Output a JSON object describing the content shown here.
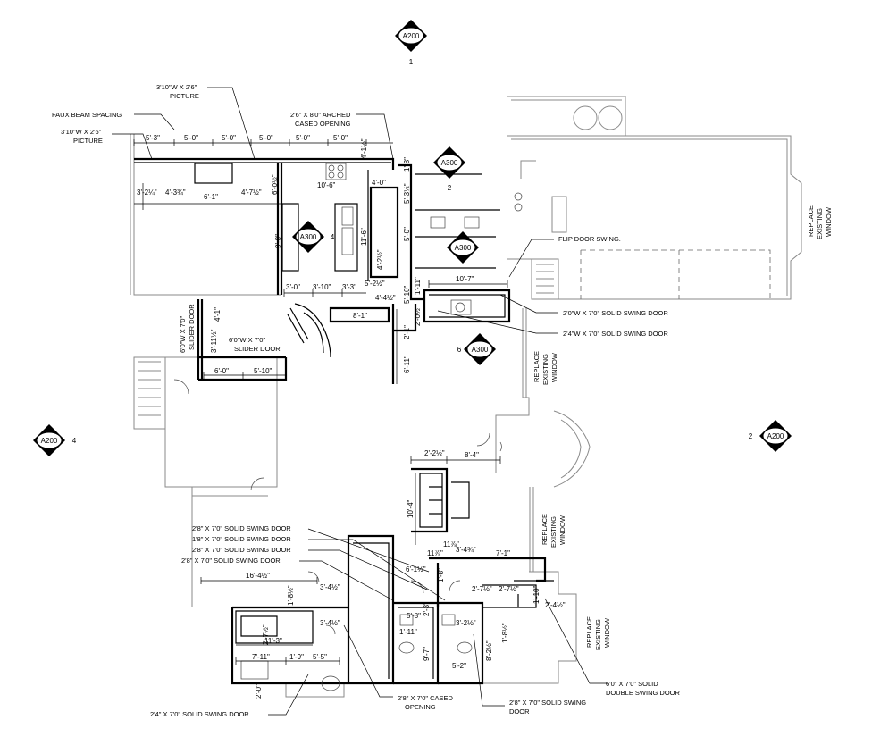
{
  "section_markers": [
    {
      "ref": "A200",
      "num": "1"
    },
    {
      "ref": "A200",
      "num": "2"
    },
    {
      "ref": "A200",
      "num": "4"
    },
    {
      "ref": "A300",
      "num": "2"
    },
    {
      "ref": "A300",
      "num": "4"
    },
    {
      "ref": "A300",
      "num": ""
    },
    {
      "ref": "A300",
      "num": "6"
    }
  ],
  "callouts": {
    "picture_top": [
      "3'10\"W X 2'6\"",
      "PICTURE"
    ],
    "faux_beam": "FAUX BEAM SPACING",
    "picture_left": [
      "3'10\"W X 2'6\"",
      "PICTURE"
    ],
    "arched": [
      "2'6\" X 8'0\" ARCHED",
      "CASED OPENING"
    ],
    "flip_door": "FLIP DOOR SWING.",
    "solid_2_0": "2'0\"W X 7'0\" SOLID SWING DOOR",
    "solid_2_4": "2'4\"W X 7'0\" SOLID SWING DOOR",
    "slider_vert": [
      "6'0\"W X 7'0\"",
      "SLIDER DOOR"
    ],
    "slider_horz": [
      "6'0\"W X 7'0\"",
      "SLIDER DOOR"
    ],
    "replace_1": [
      "REPLACE",
      "EXISTING",
      "WINDOW"
    ],
    "replace_2": [
      "REPLACE",
      "EXISTING",
      "WINDOW"
    ],
    "replace_3": [
      "REPLACE",
      "EXISTING",
      "WINDOW"
    ],
    "replace_4": [
      "REPLACE",
      "EXISTING",
      "WINDOW"
    ],
    "door_list": [
      "2'8\" X 7'0\" SOLID SWING DOOR",
      "1'8\" X 7'0\" SOLID SWING DOOR",
      "2'8\" X 7'0\" SOLID SWING DOOR",
      "2'8\" X 7'0\" SOLID SWING DOOR"
    ],
    "cased_opening": [
      "2'8\" X 7'0\" CASED",
      "OPENING"
    ],
    "solid_bottom": [
      "2'8\" X 7'0\" SOLID SWING",
      "DOOR"
    ],
    "double_swing": [
      "6'0\" X 7'0\" SOLID",
      "DOUBLE SWING DOOR"
    ],
    "solid_2_4_bottom": "2'4\" X 7'0\" SOLID SWING DOOR"
  },
  "dimensions": {
    "top_row": [
      "5'-3\"",
      "5'-0\"",
      "5'-0\"",
      "5'-0\"",
      "5'-0\"",
      "5'-0\""
    ],
    "family": [
      "3'-2¼\"",
      "4'-3¾\"",
      "6'-1\"",
      "4'-7½\"",
      "6'-0½\""
    ],
    "kitchen": [
      "10'-6\"",
      "4'-0\"",
      "4'-1½\"",
      "1'-8\"",
      "5'-3½\"",
      "9'-0\"",
      "11'-6\"",
      "5'-0\"",
      "4'-2½\"",
      "5'-2½\"",
      "10'-7\""
    ],
    "kitchen_bottom": [
      "3'-0\"",
      "3'-10\"",
      "3'-3\""
    ],
    "mid": [
      "4'-1\"",
      "3'-11½\"",
      "4'-4½\"",
      "8'-1\"",
      "5'-10\"",
      "1'-11\"",
      "2'-0½\"",
      "2'-1\"",
      "6'-11\""
    ],
    "slider_row": [
      "6'-0\"",
      "5'-10\""
    ],
    "lower": [
      "2'-2½\"",
      "8'-4\"",
      "10'-4\""
    ],
    "bath": [
      "11⅞\"",
      "11⅞\"",
      "3'-4¾\"",
      "7'-1\"",
      "6'-1½\"",
      "16'-4½\"",
      "3'-4½\"",
      "1'-8½\"",
      "2'-7½\"",
      "3'-4½\"",
      "2'-7½\"",
      "11'-3\"",
      "7'-11\"",
      "1'-9\"",
      "5'-5\"",
      "2'-0\"",
      "1'-11\"",
      "5'-8\"",
      "2'-3\"",
      "9'-7\"",
      "3'-2½\"",
      "5'-2\"",
      "8'-2½\"",
      "1'-8½\"",
      "2'-7½\"",
      "1'-10\"",
      "2'-4½\"",
      "1'-8\""
    ]
  }
}
